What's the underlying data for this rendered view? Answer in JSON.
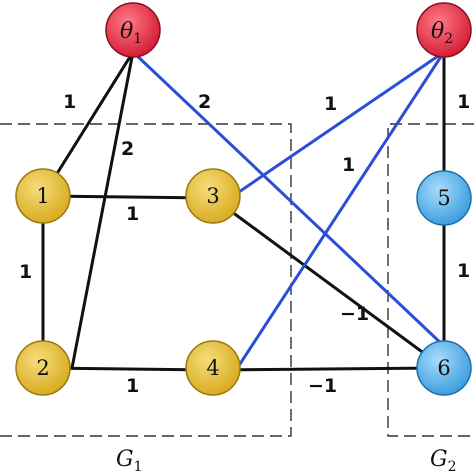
{
  "nodes": {
    "theta1": {
      "symbol": "θ",
      "sub": "1",
      "color": "#e8344a"
    },
    "theta2": {
      "symbol": "θ",
      "sub": "2",
      "color": "#e8344a"
    },
    "n1": {
      "label": "1",
      "color": "#e7c23a"
    },
    "n2": {
      "label": "2",
      "color": "#e7c23a"
    },
    "n3": {
      "label": "3",
      "color": "#e7c23a"
    },
    "n4": {
      "label": "4",
      "color": "#e7c23a"
    },
    "n5": {
      "label": "5",
      "color": "#5bb3ea"
    },
    "n6": {
      "label": "6",
      "color": "#5bb3ea"
    }
  },
  "edge_weights": {
    "theta1_n1": "1",
    "theta1_n2": "2",
    "theta1_n6": "2",
    "theta2_n3": "1",
    "theta2_n4": "1",
    "theta2_n5": "1",
    "n1_n3": "1",
    "n1_n2": "1",
    "n2_n4": "1",
    "n5_n6": "1",
    "n3_n6": "−1",
    "n4_n6": "−1"
  },
  "groups": {
    "g1": {
      "symbol": "G",
      "sub": "1"
    },
    "g2": {
      "symbol": "G",
      "sub": "2"
    }
  },
  "colors": {
    "black_edge": "#111111",
    "blue_edge": "#2a4fd6",
    "dash": "#333333"
  }
}
